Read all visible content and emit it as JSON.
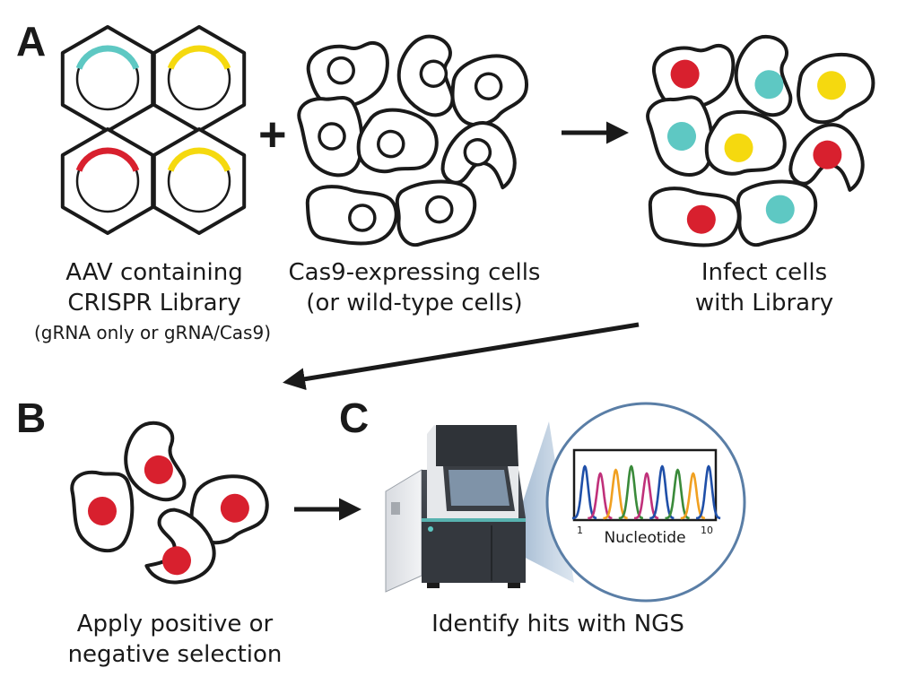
{
  "panels": {
    "a": "A",
    "b": "B",
    "c": "C"
  },
  "plus_sign": "+",
  "captions": {
    "aav_line1": "AAV containing",
    "aav_line2": "CRISPR Library",
    "aav_line3": "(gRNA only or gRNA/Cas9)",
    "cas9_line1": "Cas9-expressing cells",
    "cas9_line2": "(or wild-type cells)",
    "infect_line1": "Infect cells",
    "infect_line2": "with Library",
    "select_line1": "Apply positive or",
    "select_line2": "negative selection",
    "ngs": "Identify hits with NGS"
  },
  "colors": {
    "outline": "#1a1a1a",
    "teal": "#5ec8c3",
    "yellow": "#f5d90f",
    "red": "#d8202e",
    "zoom_fill": "#a9bfd6"
  },
  "aav_capsids": [
    {
      "insert_color": "teal"
    },
    {
      "insert_color": "yellow"
    },
    {
      "insert_color": "red"
    },
    {
      "insert_color": "yellow"
    }
  ],
  "infected_cell_colors": [
    "red",
    "teal",
    "yellow",
    "teal",
    "yellow",
    "red",
    "red",
    "teal"
  ],
  "selected_cell_colors": [
    "red",
    "red",
    "red",
    "red"
  ],
  "icons": {
    "sequencer": "ngs-sequencer-icon"
  },
  "chart_data": {
    "type": "line",
    "xlabel": "Nucleotide",
    "x_ticks": [
      "1",
      "10"
    ],
    "peak_colors": [
      "#1f4fa8",
      "#c0307a",
      "#f0a020",
      "#3a8a3a",
      "#c0307a",
      "#1f4fa8",
      "#3a8a3a",
      "#f0a020",
      "#1f4fa8"
    ]
  }
}
